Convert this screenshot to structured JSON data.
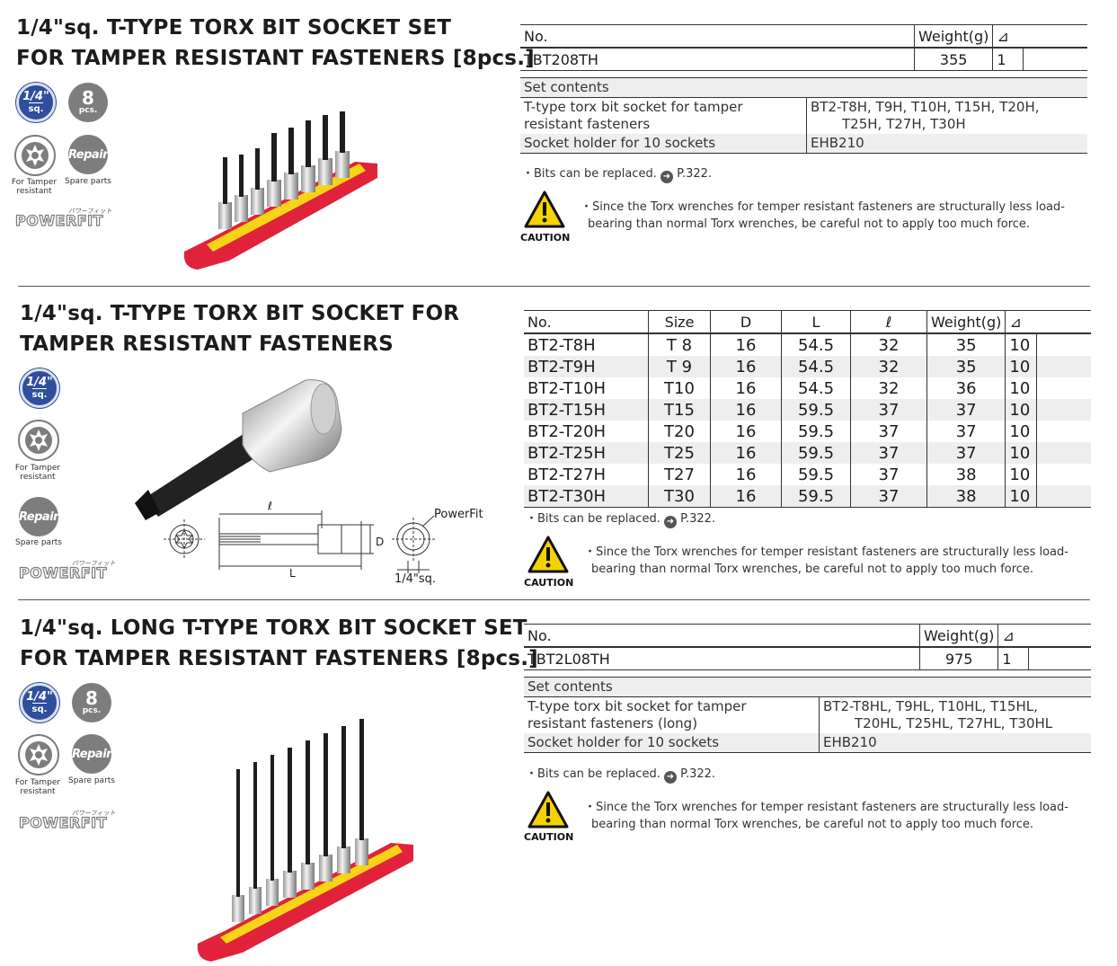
{
  "sections": [
    {
      "title_line1": "1/4\"sq. T-TYPE TORX BIT SOCKET SET",
      "title_line2": "FOR TAMPER RESISTANT FASTENERS [8pcs.]",
      "table": {
        "h_no": "No.",
        "h_weight": "Weight(g)",
        "no": "TBT208TH",
        "weight": "355",
        "qty": "1"
      },
      "set_contents": {
        "label": "Set contents",
        "rows": [
          {
            "item_l1": "T-type torx bit socket for tamper",
            "item_l2": "resistant fasteners",
            "value_l1": "BT2-T8H, T9H, T10H, T15H, T20H,",
            "value_l2": "T25H, T27H, T30H"
          },
          {
            "item_l1": "Socket holder for 10 sockets",
            "value_l1": "EHB210"
          }
        ]
      },
      "note": "Bits can be replaced.",
      "note_ref": "P.322.",
      "caution_l1": "Since the Torx wrenches for temper resistant fasteners are structurally less load-",
      "caution_l2": "bearing than normal Torx wrenches, be careful not to apply too much force."
    },
    {
      "title_line1": "1/4\"sq. T-TYPE TORX BIT SOCKET FOR",
      "title_line2": "TAMPER RESISTANT FASTENERS",
      "headers": [
        "No.",
        "Size",
        "D",
        "L",
        "ℓ",
        "Weight(g)"
      ],
      "rows": [
        [
          "BT2-T8H",
          "T 8",
          "16",
          "54.5",
          "32",
          "35",
          "10"
        ],
        [
          "BT2-T9H",
          "T 9",
          "16",
          "54.5",
          "32",
          "35",
          "10"
        ],
        [
          "BT2-T10H",
          "T10",
          "16",
          "54.5",
          "32",
          "36",
          "10"
        ],
        [
          "BT2-T15H",
          "T15",
          "16",
          "59.5",
          "37",
          "37",
          "10"
        ],
        [
          "BT2-T20H",
          "T20",
          "16",
          "59.5",
          "37",
          "37",
          "10"
        ],
        [
          "BT2-T25H",
          "T25",
          "16",
          "59.5",
          "37",
          "37",
          "10"
        ],
        [
          "BT2-T27H",
          "T27",
          "16",
          "59.5",
          "37",
          "38",
          "10"
        ],
        [
          "BT2-T30H",
          "T30",
          "16",
          "59.5",
          "37",
          "38",
          "10"
        ]
      ],
      "diagram": {
        "label_l": "ℓ",
        "label_L": "L",
        "label_D": "D",
        "label_brand": "PowerFit",
        "label_drive": "1/4\"sq."
      },
      "note": "Bits can be replaced.",
      "note_ref": "P.322.",
      "caution_l1": "Since the Torx wrenches for temper resistant fasteners are structurally less load-",
      "caution_l2": "bearing than normal Torx wrenches, be careful not to apply too much force."
    },
    {
      "title_line1": "1/4\"sq. LONG T-TYPE TORX BIT SOCKET SET",
      "title_line2": "FOR TAMPER RESISTANT FASTENERS [8pcs.]",
      "table": {
        "h_no": "No.",
        "h_weight": "Weight(g)",
        "no": "TBT2L08TH",
        "weight": "975",
        "qty": "1"
      },
      "set_contents": {
        "label": "Set contents",
        "rows": [
          {
            "item_l1": "T-type torx bit socket for tamper",
            "item_l2": "resistant fasteners (long)",
            "value_l1": "BT2-T8HL, T9HL, T10HL, T15HL,",
            "value_l2": "T20HL, T25HL, T27HL, T30HL"
          },
          {
            "item_l1": "Socket holder for 10 sockets",
            "value_l1": "EHB210"
          }
        ]
      },
      "note": "Bits can be replaced.",
      "note_ref": "P.322.",
      "caution_l1": "Since the Torx wrenches for temper resistant fasteners are structurally less load-",
      "caution_l2": "bearing than normal Torx wrenches, be careful not to apply too much force."
    }
  ],
  "badges": {
    "sq_top": "1/4\"",
    "sq_bottom": "sq.",
    "pcs_num": "8",
    "pcs_label": "pcs.",
    "repair": "Repair",
    "tamper_caption_l1": "For Tamper",
    "tamper_caption_l2": "resistant",
    "spare_caption": "Spare parts",
    "brand": "POWERFIT",
    "brand_kana": "パワーフィット"
  },
  "caution_label": "CAUTION",
  "colors": {
    "badge_blue": "#2f4f9c",
    "badge_gray": "#7d7d7d",
    "holder_red": "#e0233a",
    "holder_yellow": "#f7d417",
    "caution_yellow": "#f4d300"
  }
}
